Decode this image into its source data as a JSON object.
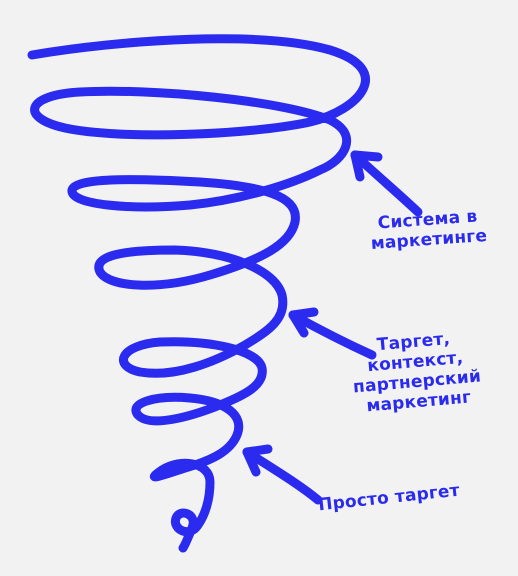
{
  "colors": {
    "ink": "#2b2bf0",
    "background": "#f2f2f2"
  },
  "labels": {
    "system": [
      "Система в",
      "маркетинге"
    ],
    "target": [
      "Таргет,",
      "контекст,",
      "партнерский",
      "маркетинг"
    ],
    "simple": [
      "Просто таргет"
    ]
  }
}
